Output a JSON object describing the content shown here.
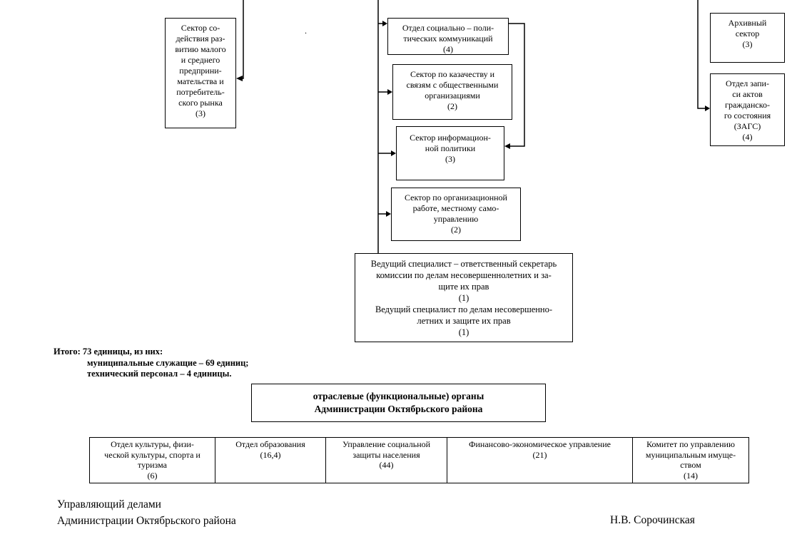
{
  "boxes": {
    "small_business": {
      "text": "Сектор со-\nдействия раз-\nвитию малого\nи среднего\nпредприни-\nмательства и\nпотребитель-\nского рынка\n(3)"
    },
    "socio_political": {
      "text": "Отдел социально – поли-\nтических коммуникаций\n(4)"
    },
    "cossacks": {
      "text": "Сектор по казачеству и\nсвязям с общественными\nорганизациями\n(2)"
    },
    "info_policy": {
      "text": "Сектор информацион-\nной политики\n(3)"
    },
    "org_work": {
      "text": "Сектор по организационной\nработе, местному само-\nуправлению\n(2)"
    },
    "lead_specialist": {
      "text": "Ведущий специалист – ответственный секретарь\nкомиссии по делам несовершеннолетних и за-\nщите их прав\n(1)\nВедущий специалист по делам несовершенно-\nлетних и защите их прав\n(1)"
    },
    "archive": {
      "text": "Архивный\nсектор\n(3)"
    },
    "zags": {
      "text": "Отдел запи-\nси актов\nгражданско-\nго состояния\n(ЗАГС)\n(4)"
    },
    "sectoral": {
      "text": "отраслевые (функциональные) органы\nАдминистрации Октябрьского района"
    }
  },
  "totals": {
    "line1": "Итого: 73 единицы, из них:",
    "line2": "муниципальные служащие – 69 единиц;",
    "line3": "технический персонал – 4 единицы."
  },
  "table": {
    "cells": [
      "Отдел культуры, физи-\nческой культуры, спорта и\nтуризма\n(6)",
      "Отдел образования\n(16,4)",
      "Управление социальной\nзащиты населения\n(44)",
      "Финансово-экономическое управление\n(21)",
      "Комитет по управлению\nмуниципальным имуще-\nством\n(14)"
    ]
  },
  "footer": {
    "left": "Управляющий делами\nАдминистрации Октябрьского района",
    "right": "Н.В. Сорочинская"
  },
  "stray_dot": ".",
  "line_color": "#000000"
}
